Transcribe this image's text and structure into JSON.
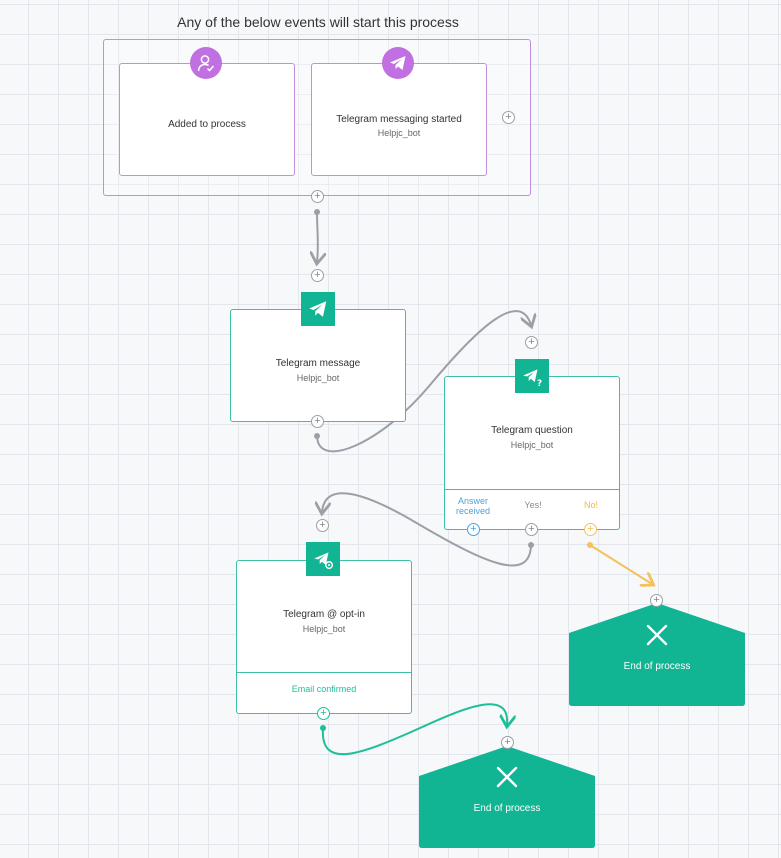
{
  "start_group": {
    "title": "Any of the below events will start this process",
    "events": [
      {
        "title": "Added to process",
        "subtitle": "",
        "icon": "user-check-icon"
      },
      {
        "title": "Telegram messaging started",
        "subtitle": "Helpjc_bot",
        "icon": "telegram-icon"
      }
    ]
  },
  "message_node": {
    "title": "Telegram message",
    "subtitle": "Helpjc_bot",
    "icon": "telegram-icon"
  },
  "question_node": {
    "title": "Telegram question",
    "subtitle": "Helpjc_bot",
    "icon": "telegram-question-icon",
    "outcomes": [
      {
        "label": "Answer received",
        "color": "#4aa3df"
      },
      {
        "label": "Yes!",
        "color": "#888888"
      },
      {
        "label": "No!",
        "color": "#f5b940"
      }
    ]
  },
  "optin_node": {
    "title": "Telegram @ opt-in",
    "subtitle": "Helpjc_bot",
    "icon": "telegram-email-icon",
    "outcome": {
      "label": "Email confirmed",
      "color": "#1dbf98"
    }
  },
  "end_nodes": [
    {
      "label": "End of process",
      "icon": "close-icon"
    },
    {
      "label": "End of process",
      "icon": "close-icon"
    }
  ],
  "plus_symbol": "+",
  "colors": {
    "accent_green": "#11b493",
    "accent_purple": "#c170e2",
    "connector_gray": "#9aa0a6",
    "connector_yellow": "#f5c15b"
  }
}
